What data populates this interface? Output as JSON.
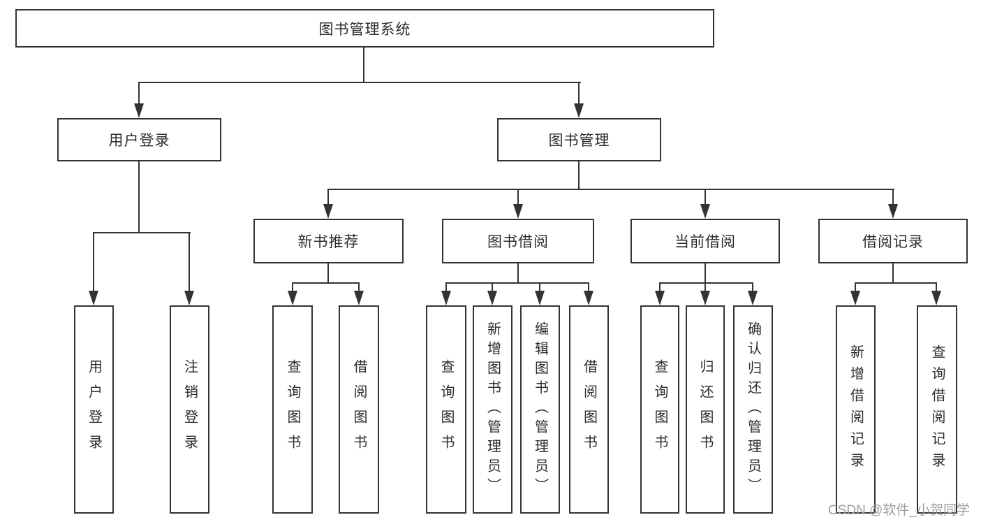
{
  "diagram_type": "functional-structure-tree",
  "colors": {
    "line": "#333333",
    "text": "#2d2d2d",
    "background": "#ffffff",
    "watermark_gray": "#9e9e9e"
  },
  "tree": {
    "label": "图书管理系统",
    "children": [
      {
        "label": "用户登录",
        "children": [
          {
            "label": "用户登录"
          },
          {
            "label": "注销登录"
          }
        ]
      },
      {
        "label": "图书管理",
        "children": [
          {
            "label": "新书推荐",
            "children": [
              {
                "label": "查询图书"
              },
              {
                "label": "借阅图书"
              }
            ]
          },
          {
            "label": "图书借阅",
            "children": [
              {
                "label": "查询图书"
              },
              {
                "label": "新增图书（管理员）"
              },
              {
                "label": "编辑图书（管理员）"
              },
              {
                "label": "借阅图书"
              }
            ]
          },
          {
            "label": "当前借阅",
            "children": [
              {
                "label": "查询图书"
              },
              {
                "label": "归还图书"
              },
              {
                "label": "确认归还（管理员）"
              }
            ]
          },
          {
            "label": "借阅记录",
            "children": [
              {
                "label": "新增借阅记录"
              },
              {
                "label": "查询借阅记录"
              }
            ]
          }
        ]
      }
    ]
  },
  "watermark": {
    "text": "CSDN @软件_小贺同学"
  }
}
